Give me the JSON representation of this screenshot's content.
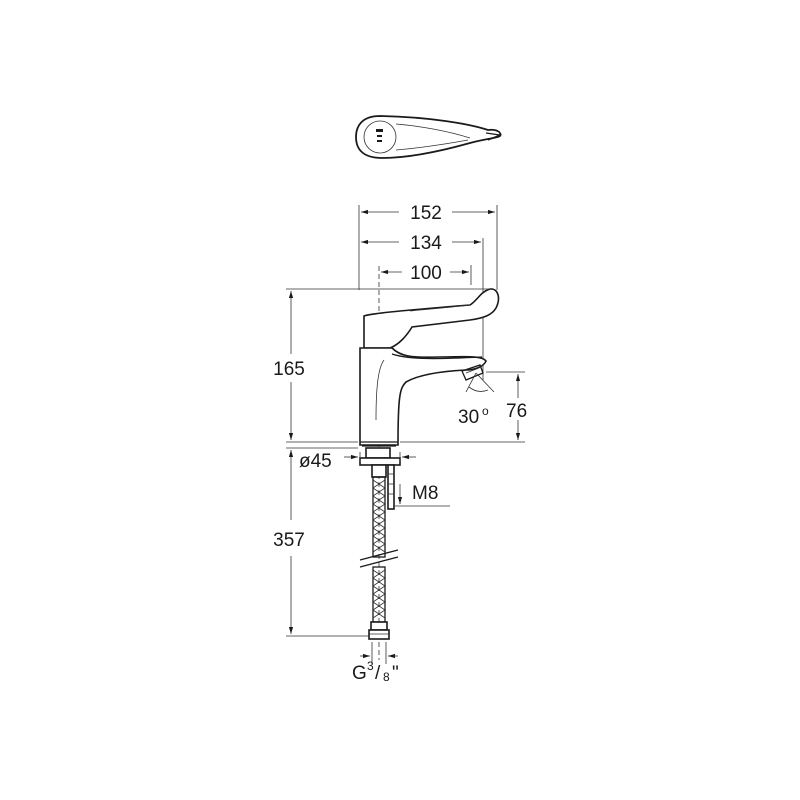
{
  "dimensions": {
    "overall_depth": "152",
    "handle_reach": "134",
    "spout_reach": "100",
    "height": "165",
    "spout_height": "76",
    "spout_angle": "30",
    "spout_angle_unit": "o",
    "base_diameter": "ø45",
    "stud_thread": "M8",
    "hose_length": "357",
    "hose_thread_prefix": "G",
    "hose_thread_num": "3",
    "hose_thread_slash": "/",
    "hose_thread_den": "8",
    "hose_thread_suffix": "\""
  },
  "colors": {
    "line": "#1a1a1a",
    "background": "#ffffff"
  }
}
